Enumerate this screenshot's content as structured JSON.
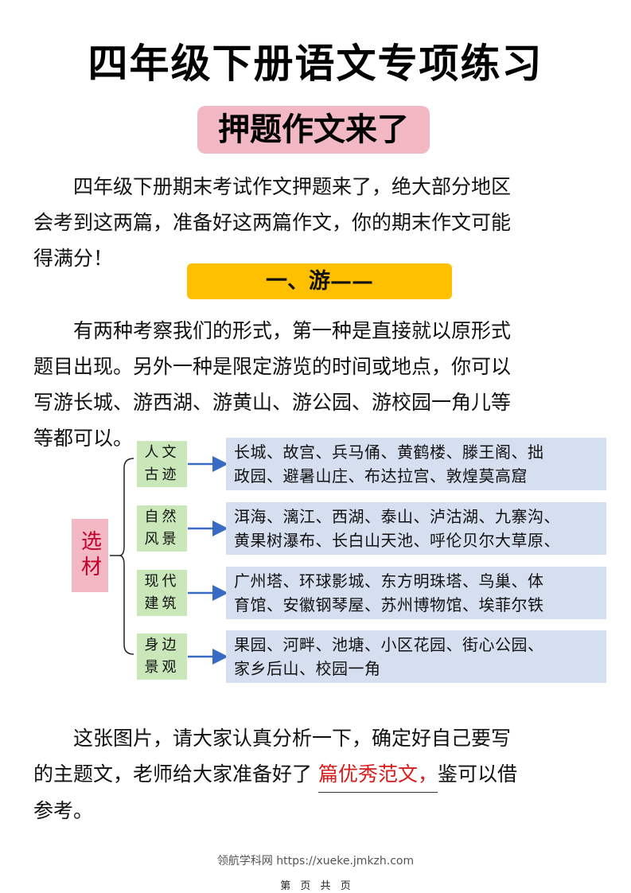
{
  "title": "四年级下册语文专项练习",
  "subtitle": "押题作文来了",
  "intro": {
    "line1": "四年级下册期末考试作文押题来了，绝大部分地区",
    "line2": "会考到这两篇，准备好这两篇作文，你的期末作文可能",
    "line3": "得满分！"
  },
  "section1": {
    "heading": "一、游——",
    "paragraph": {
      "line1": "有两种考察我们的形式，第一种是直接就以原形式",
      "line2": "题目出现。另外一种是限定游览的时间或地点，你可以",
      "line3": "写游长城、游西湖、游黄山、游公园、游校园一角儿等",
      "line4": "等都可以。"
    }
  },
  "mindmap": {
    "root": "选材",
    "categories": [
      {
        "label_line1": "人文",
        "label_line2": "古迹",
        "items_line1": "长城、故宫、兵马俑、黄鹤楼、滕王阁、拙",
        "items_line2": "政园、避暑山庄、布达拉宫、敦煌莫高窟"
      },
      {
        "label_line1": "自然",
        "label_line2": "风景",
        "items_line1": "洱海、漓江、西湖、泰山、泸沽湖、九寨沟、",
        "items_line2": "黄果树瀑布、长白山天池、呼伦贝尔大草原、"
      },
      {
        "label_line1": "现代",
        "label_line2": "建筑",
        "items_line1": "广州塔、环球影城、东方明珠塔、鸟巢、体",
        "items_line2": "育馆、安徽钢琴屋、苏州博物馆、埃菲尔铁"
      },
      {
        "label_line1": "身边",
        "label_line2": "景观",
        "items_line1": "果园、河畔、池塘、小区花园、街心公园、",
        "items_line2": "家乡后山、校园一角"
      }
    ]
  },
  "closing": {
    "line1": "这张图片，请大家认真分析一下，确定好自己要写",
    "line2_before": "的主题文，老师给大家准备好了",
    "line2_highlight": "篇优秀范文，",
    "line2_after": "鉴可以借",
    "line3": "参考。"
  },
  "footer": {
    "source": "领航学科网 https://xueke.jmkzh.com",
    "page": "第 页 共 页"
  },
  "colors": {
    "subtitle_bg": "#f2b8c4",
    "section_bar_bg": "#ffc000",
    "category_bg": "#c9e7b8",
    "items_bg": "#d6dff0",
    "arrow": "#3a6bc4",
    "highlight_text": "#d81b1b"
  }
}
